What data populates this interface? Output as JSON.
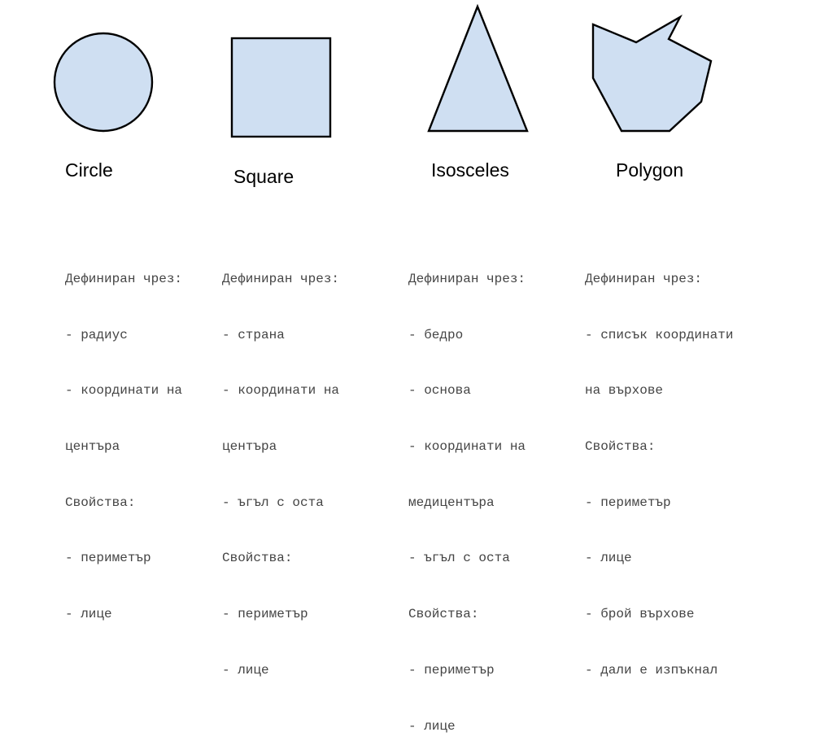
{
  "colors": {
    "shape_fill": "#cfdff2",
    "shape_stroke": "#000000",
    "title_text": "#000000",
    "description_text": "#444444"
  },
  "shapes": [
    {
      "id": "circle",
      "title": "Circle",
      "lines": [
        "Дефиниран чрез:",
        "- радиус",
        "- координати на",
        "центъра",
        "Свойства:",
        "- периметър",
        "- лице"
      ]
    },
    {
      "id": "square",
      "title": "Square",
      "lines": [
        "Дефиниран чрез:",
        "- страна",
        "- координати на",
        "центъра",
        "- ъгъл с оста",
        "Свойства:",
        "- периметър",
        "- лице"
      ]
    },
    {
      "id": "isosceles",
      "title": "Isosceles",
      "lines": [
        "Дефиниран чрез:",
        "- бедро",
        "- основа",
        "- координати на",
        "медицентъра",
        "- ъгъл с оста",
        "Свойства:",
        "- периметър",
        "- лице"
      ]
    },
    {
      "id": "polygon",
      "title": "Polygon",
      "lines": [
        "Дефиниран чрез:",
        "- списък координати",
        "на върхове",
        "Свойства:",
        "- периметър",
        "- лице",
        "- брой върхове",
        "- дали е изпъкнал"
      ]
    }
  ]
}
